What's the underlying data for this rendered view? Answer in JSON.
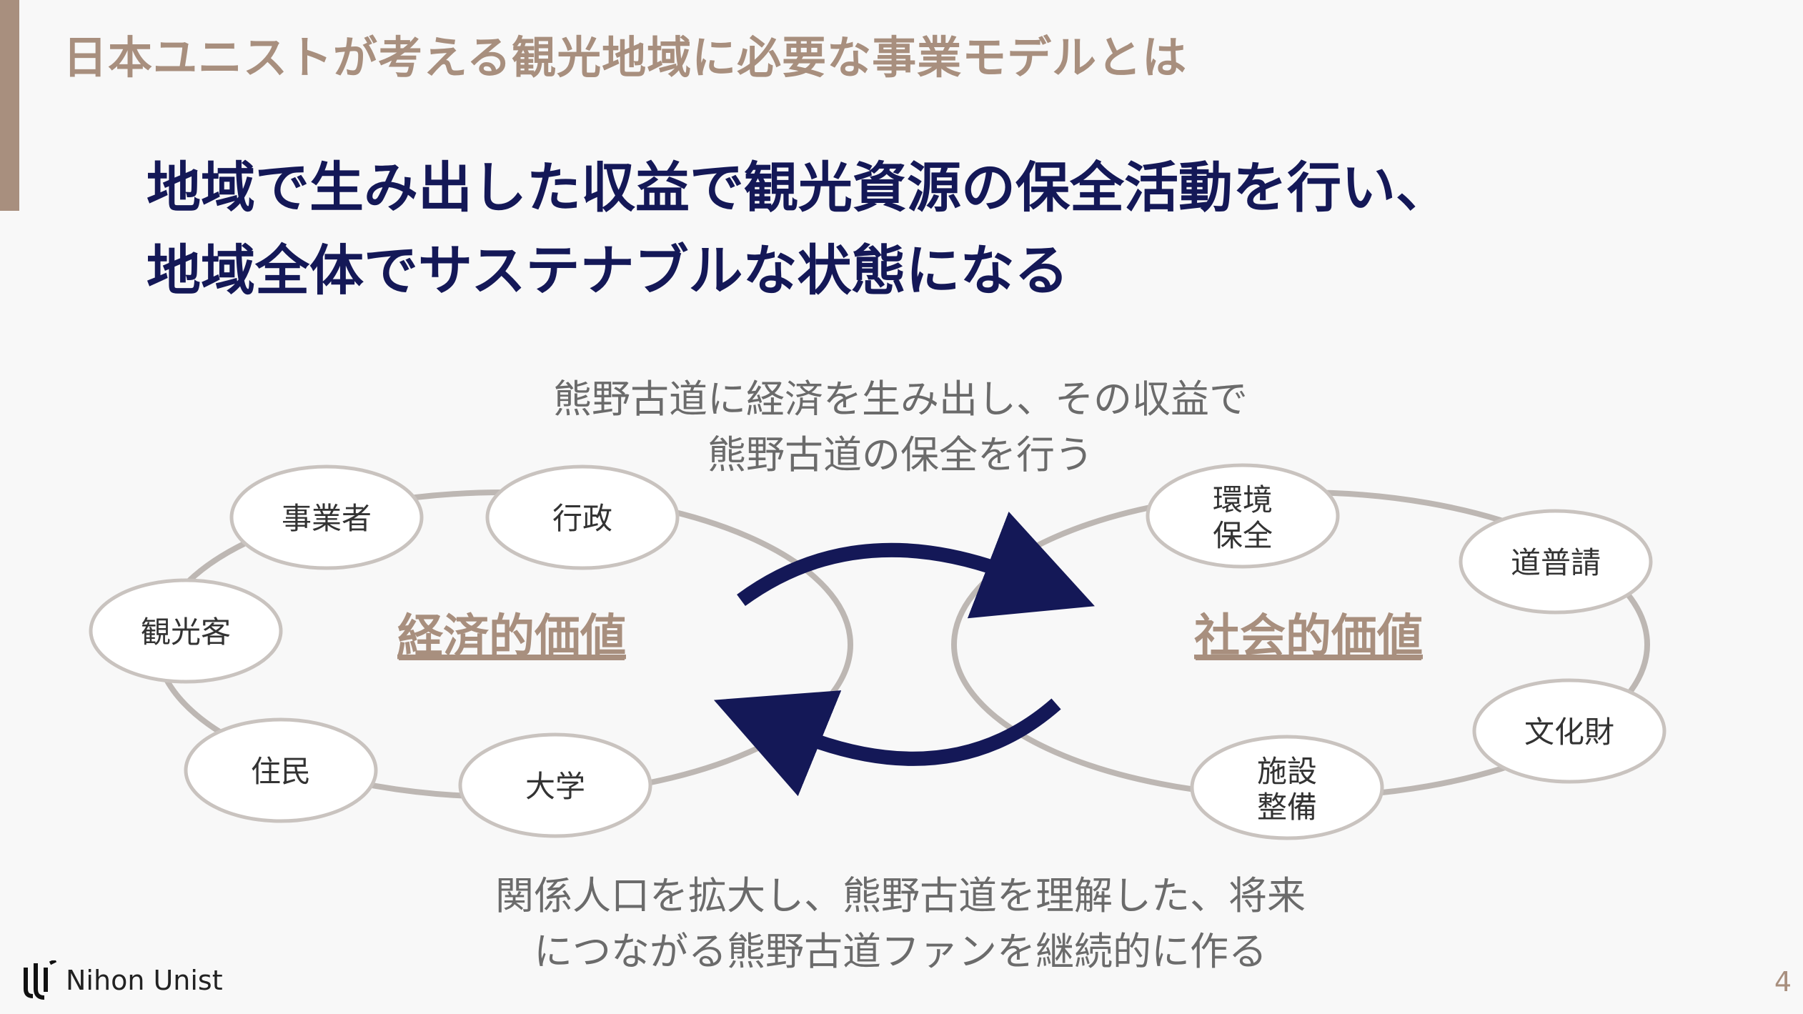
{
  "header": {
    "title": "日本ユニストが考える観光地域に必要な事業モデルとは"
  },
  "headline": {
    "line1": "地域で生み出した収益で観光資源の保全活動を行い、",
    "line2": "地域全体でサステナブルな状態になる"
  },
  "top_caption": {
    "line1": "熊野古道に経済を生み出し、その収益で",
    "line2": "熊野古道の保全を行う"
  },
  "bottom_caption": {
    "line1": "関係人口を拡大し、熊野古道を理解した、将来",
    "line2": "につながる熊野古道ファンを継続的に作る"
  },
  "economic_cycle": {
    "label": "経済的価値",
    "nodes": [
      {
        "label": "事業者"
      },
      {
        "label": "行政"
      },
      {
        "label": "観光客"
      },
      {
        "label": "住民"
      },
      {
        "label": "大学"
      }
    ]
  },
  "social_cycle": {
    "label": "社会的価値",
    "nodes": [
      {
        "line1": "環境",
        "line2": "保全"
      },
      {
        "line1": "道普請",
        "line2": ""
      },
      {
        "line1": "文化財",
        "line2": ""
      },
      {
        "line1": "施設",
        "line2": "整備"
      }
    ]
  },
  "footer": {
    "brand": "Nihon Unist",
    "page": "4"
  },
  "colors": {
    "brand_brown": "#a88f7e",
    "navy": "#141857",
    "ring_gray": "#bdb7b3",
    "text_gray": "#6b6b6b"
  }
}
